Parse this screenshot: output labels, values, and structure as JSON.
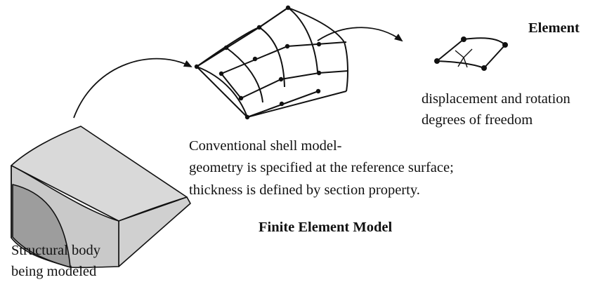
{
  "labels": {
    "element_title": "Element",
    "dof_line1": "displacement and rotation",
    "dof_line2": "degrees of freedom",
    "shell_line1": "Conventional shell model-",
    "shell_line2": "geometry is specified at the reference surface;",
    "shell_line3": "thickness is defined by section property.",
    "fem_title": "Finite Element Model",
    "body_line1": "Structural body",
    "body_line2": "being modeled"
  }
}
